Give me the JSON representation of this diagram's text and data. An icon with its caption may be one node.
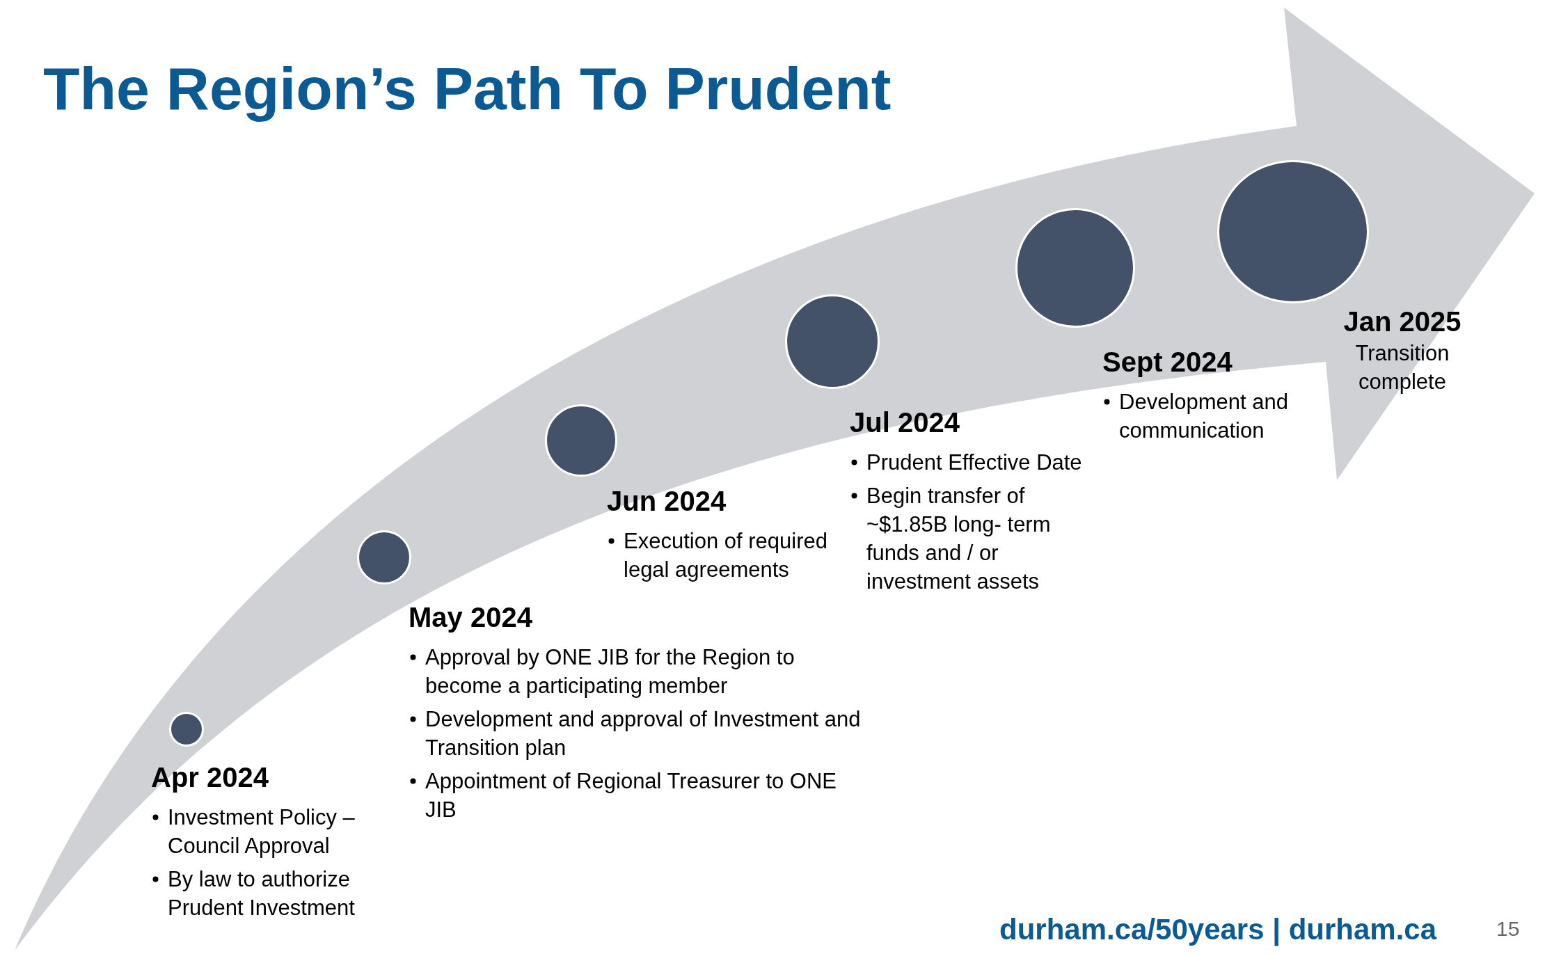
{
  "diagram": {
    "title": "The Region’s Path To Prudent",
    "nodes": [
      {
        "text": [],
        "shape": "circle",
        "beside": [
          "Apr 2024",
          "Investment Policy – Council Approval",
          "By law to authorize Prudent Investment"
        ]
      },
      {
        "text": [],
        "shape": "circle",
        "beside": [
          "May 2024",
          "Approval by ONE JIB for the Region to become a participating member",
          "Development and approval of Investment and Transition plan",
          "Appointment of Regional Treasurer to ONE JIB"
        ]
      },
      {
        "text": [],
        "shape": "circle",
        "beside": [
          "Jun 2024",
          "Execution of required legal agreements"
        ]
      },
      {
        "text": [],
        "shape": "circle",
        "beside": [
          "Jul 2024",
          "Prudent Effective Date",
          "Begin transfer of ~$1.85B long- term funds and / or investment assets"
        ]
      },
      {
        "text": [],
        "shape": "circle",
        "beside": [
          "Sept 2024",
          "Development and communication"
        ]
      },
      {
        "text": [],
        "shape": "circle",
        "beside": [
          "Jan 2025",
          "Transition complete"
        ]
      }
    ],
    "labels": [
      "durham.ca/50years | durham.ca",
      "15"
    ]
  }
}
